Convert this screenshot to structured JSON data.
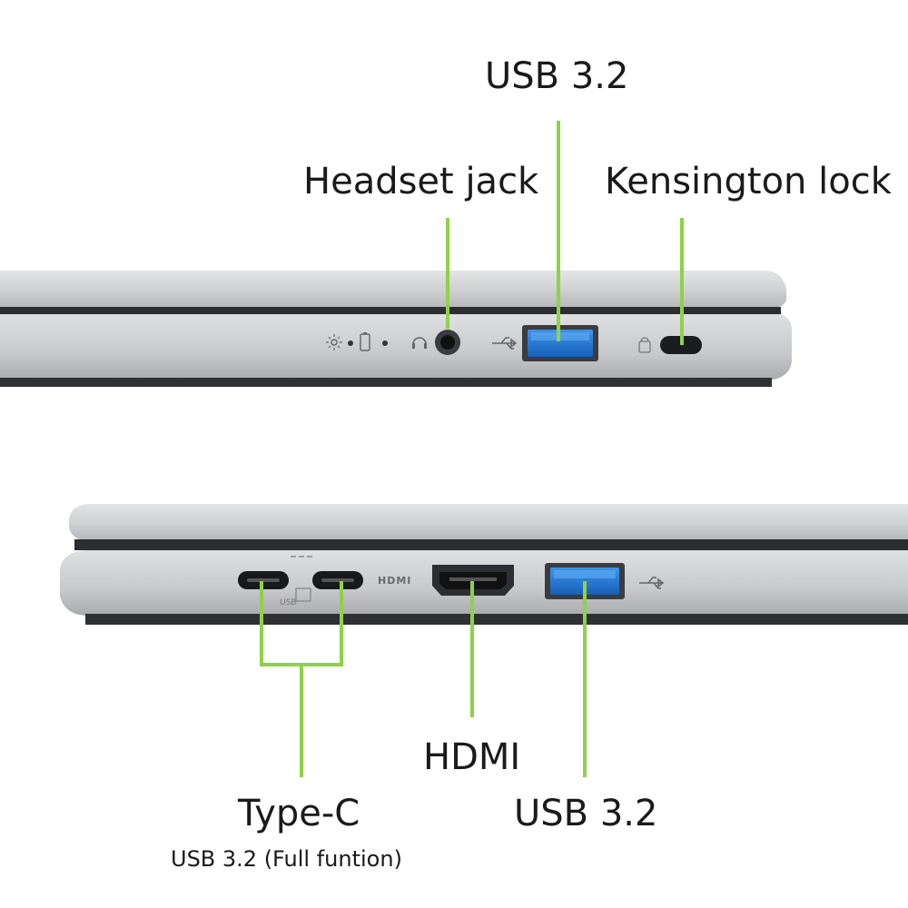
{
  "labels": {
    "usb_top": "USB 3.2",
    "headset_jack": "Headset jack",
    "kensington_lock": "Kensington lock",
    "hdmi": "HDMI",
    "usb_bottom": "USB 3.2",
    "type_c": "Type-C",
    "type_c_sub": "USB 3.2 (Full funtion)"
  },
  "port_marks": {
    "hdmi_logo": "HDMI",
    "usb_c_mark": "USB"
  },
  "colors": {
    "leader": "#8fd14a",
    "usb_blue": "#1f78d6",
    "silver": "#c9cbcd",
    "dark_edge": "#2b2d31"
  },
  "icons": [
    "power-light-icon",
    "battery-light-icon",
    "headset-icon",
    "usb-icon",
    "kensington-icon",
    "display-port-icon"
  ]
}
